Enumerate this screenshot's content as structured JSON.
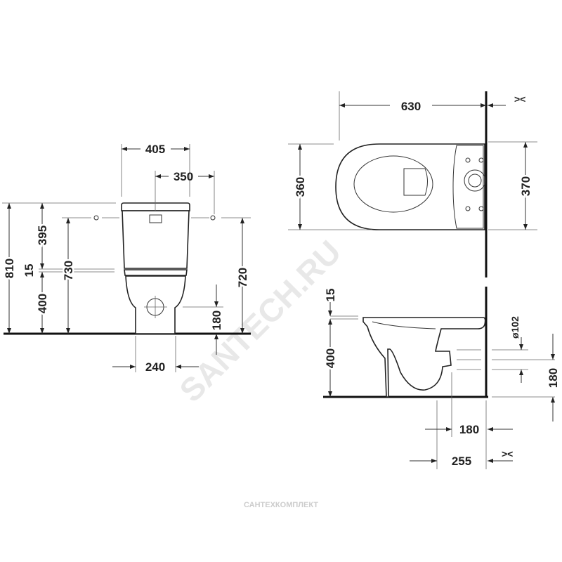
{
  "watermark": {
    "main": "SANTECH.RU",
    "footer": "САНТЕХКОМПЛЕКТ"
  },
  "front_view": {
    "dims": {
      "width_total": "405",
      "inlet_spacing": "350",
      "height_total": "810",
      "tank_height": "395",
      "gap": "15",
      "seat_height": "400",
      "inlet_height_left": "730",
      "inlet_height_right": "720",
      "drain_height": "180",
      "base_width": "240"
    }
  },
  "top_view": {
    "dims": {
      "length": "630",
      "width_bowl": "360",
      "width_tank": "370"
    }
  },
  "side_view": {
    "dims": {
      "gap": "15",
      "seat_height": "400",
      "drain_diameter": "ø102",
      "drain_height": "180",
      "drain_offset": "180",
      "base_offset": "255"
    }
  }
}
